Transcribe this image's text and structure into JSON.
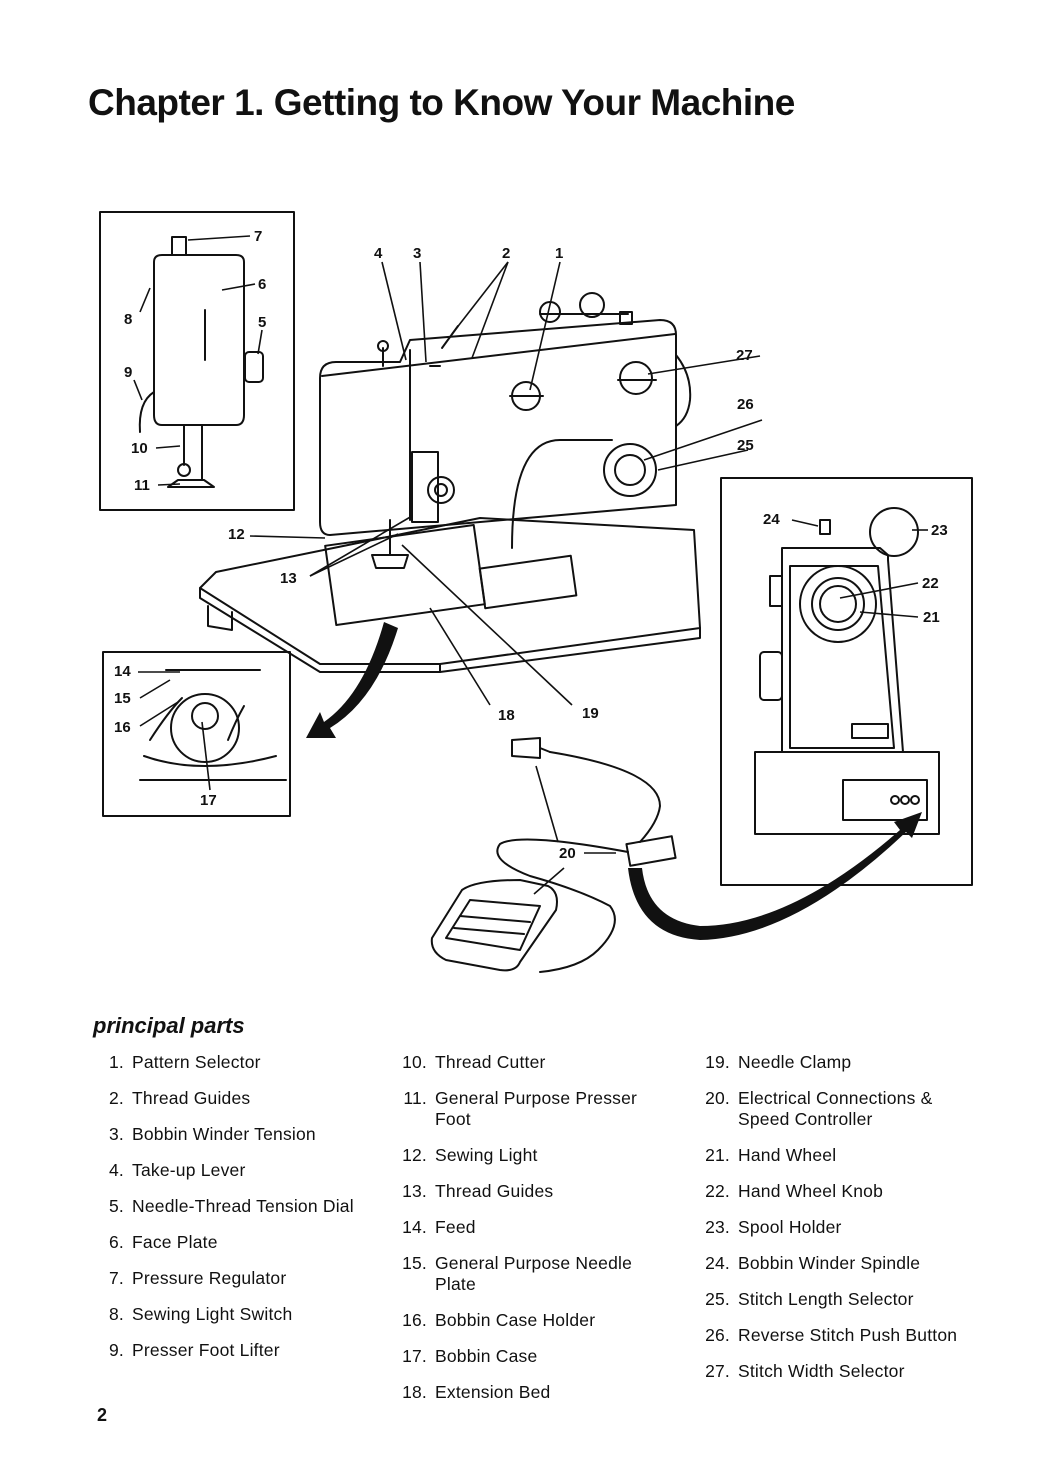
{
  "title": "Chapter 1. Getting to Know Your Machine",
  "diagram_callouts": [
    "1",
    "2",
    "3",
    "4",
    "5",
    "6",
    "7",
    "8",
    "9",
    "10",
    "11",
    "12",
    "13",
    "14",
    "15",
    "16",
    "17",
    "18",
    "19",
    "20",
    "21",
    "22",
    "23",
    "24",
    "25",
    "26",
    "27"
  ],
  "section_heading": "principal parts",
  "parts_columns": [
    [
      {
        "num": "1.",
        "label": "Pattern Selector"
      },
      {
        "num": "2.",
        "label": "Thread Guides"
      },
      {
        "num": "3.",
        "label": "Bobbin Winder Tension"
      },
      {
        "num": "4.",
        "label": "Take-up Lever"
      },
      {
        "num": "5.",
        "label": "Needle-Thread Tension Dial"
      },
      {
        "num": "6.",
        "label": "Face Plate"
      },
      {
        "num": "7.",
        "label": "Pressure Regulator"
      },
      {
        "num": "8.",
        "label": "Sewing Light Switch"
      },
      {
        "num": "9.",
        "label": "Presser Foot Lifter"
      }
    ],
    [
      {
        "num": "10.",
        "label": "Thread Cutter"
      },
      {
        "num": "11.",
        "label": "General Purpose Presser Foot"
      },
      {
        "num": "12.",
        "label": "Sewing Light"
      },
      {
        "num": "13.",
        "label": "Thread Guides"
      },
      {
        "num": "14.",
        "label": "Feed"
      },
      {
        "num": "15.",
        "label": "General Purpose Needle Plate"
      },
      {
        "num": "16.",
        "label": "Bobbin Case Holder"
      },
      {
        "num": "17.",
        "label": "Bobbin Case"
      },
      {
        "num": "18.",
        "label": "Extension Bed"
      }
    ],
    [
      {
        "num": "19.",
        "label": "Needle Clamp"
      },
      {
        "num": "20.",
        "label": "Electrical Connections & Speed Controller"
      },
      {
        "num": "21.",
        "label": "Hand Wheel"
      },
      {
        "num": "22.",
        "label": "Hand Wheel Knob"
      },
      {
        "num": "23.",
        "label": "Spool Holder"
      },
      {
        "num": "24.",
        "label": "Bobbin Winder Spindle"
      },
      {
        "num": "25.",
        "label": "Stitch Length Selector"
      },
      {
        "num": "26.",
        "label": "Reverse Stitch Push Button"
      },
      {
        "num": "27.",
        "label": "Stitch Width Selector"
      }
    ]
  ],
  "page_number": "2"
}
